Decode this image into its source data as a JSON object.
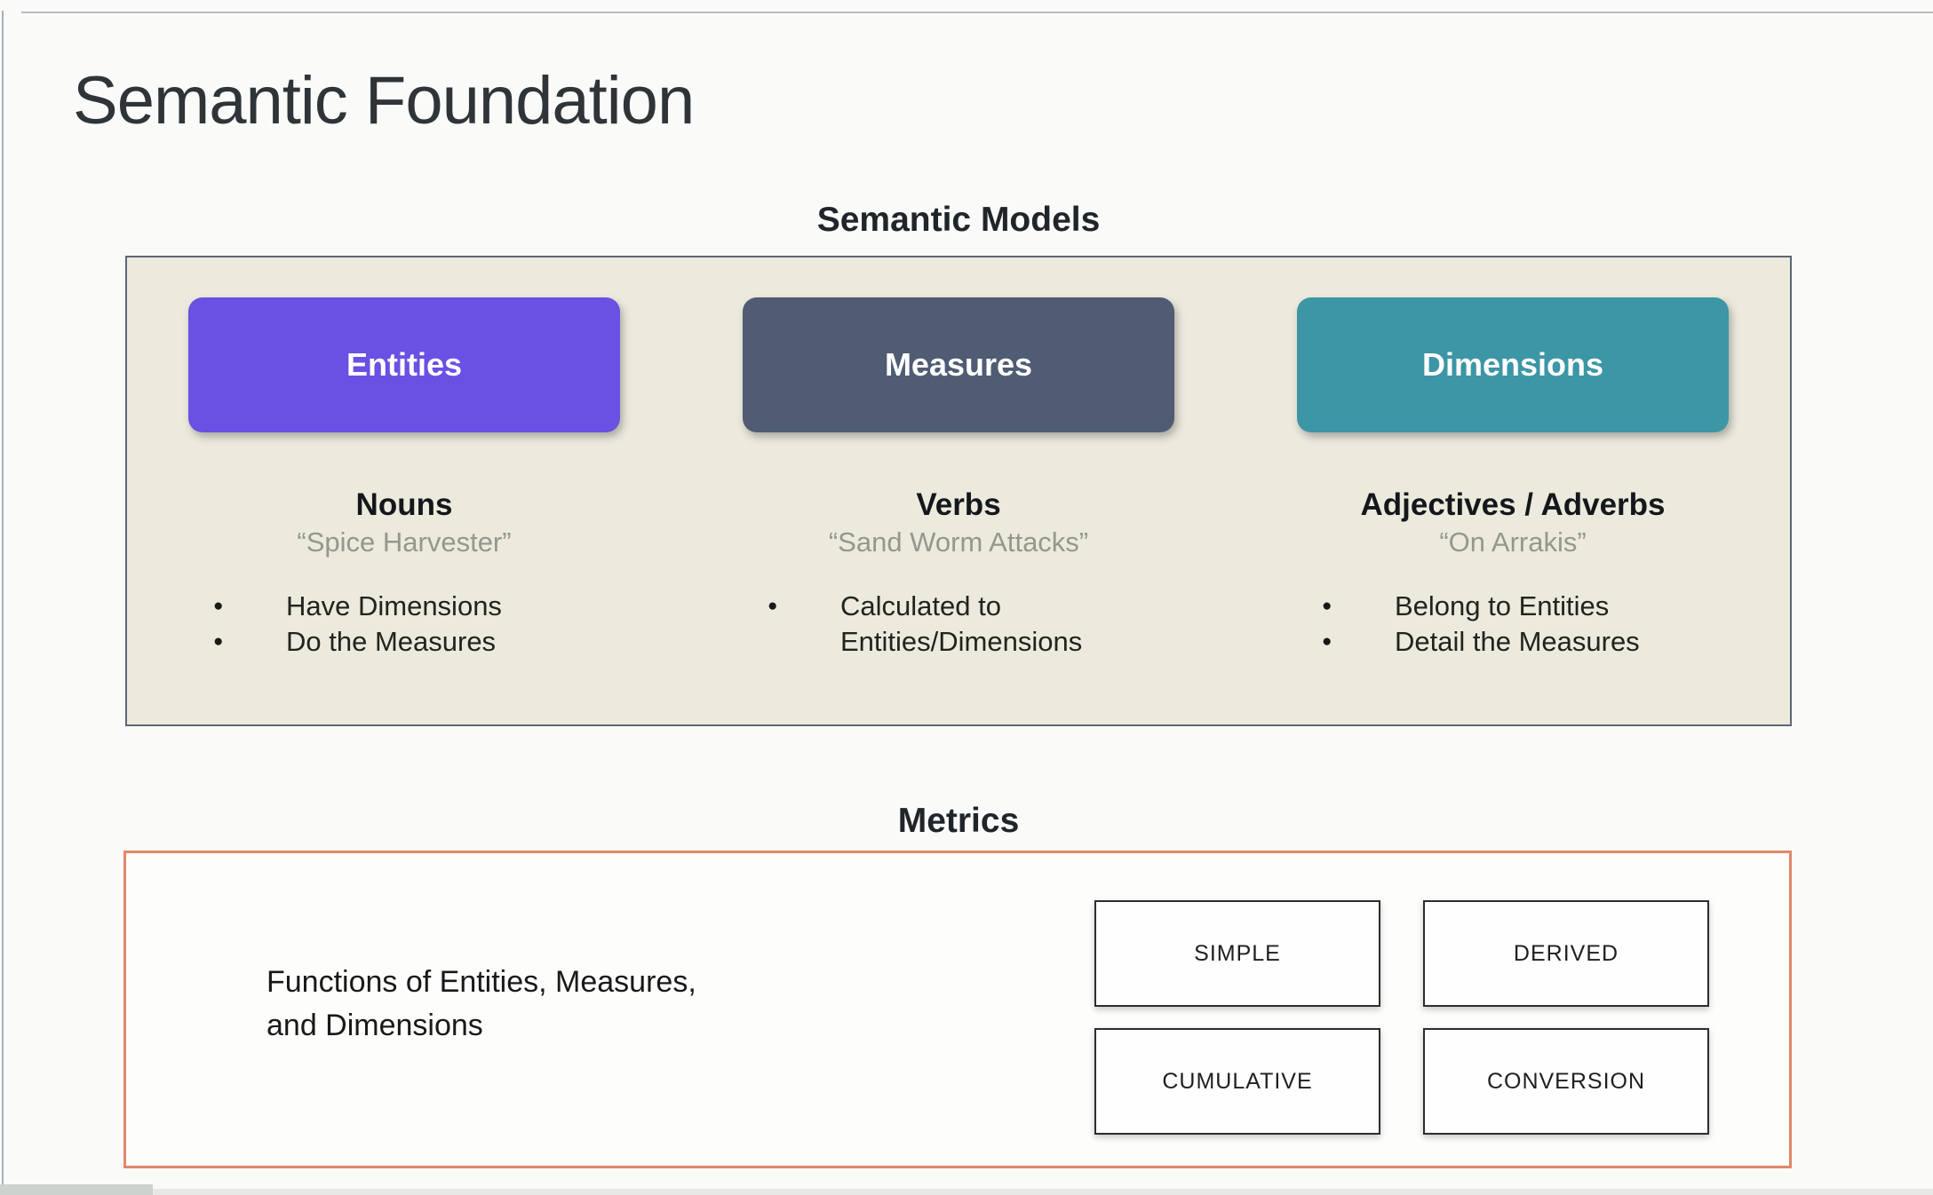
{
  "title": "Semantic Foundation",
  "semantic_models": {
    "heading": "Semantic Models",
    "panel_bg": "#ECEADD",
    "columns": [
      {
        "button": "Entities",
        "button_color": "#6A50E3",
        "role": "Nouns",
        "example": "“Spice Harvester”",
        "bullets": [
          "Have Dimensions",
          "Do the Measures"
        ]
      },
      {
        "button": "Measures",
        "button_color": "#4F5C73",
        "role": "Verbs",
        "example": "“Sand Worm Attacks”",
        "bullets": [
          "Calculated to Entities/Dimensions"
        ]
      },
      {
        "button": "Dimensions",
        "button_color": "#3C96A5",
        "role": "Adjectives / Adverbs",
        "example": "“On Arrakis”",
        "bullets": [
          "Belong to Entities",
          "Detail the Measures"
        ]
      }
    ]
  },
  "metrics": {
    "heading": "Metrics",
    "border_color": "#E2876A",
    "description": {
      "line1": "Functions of Entities, Measures,",
      "line2": "and Dimensions"
    },
    "types": [
      "SIMPLE",
      "DERIVED",
      "CUMULATIVE",
      "CONVERSION"
    ]
  }
}
